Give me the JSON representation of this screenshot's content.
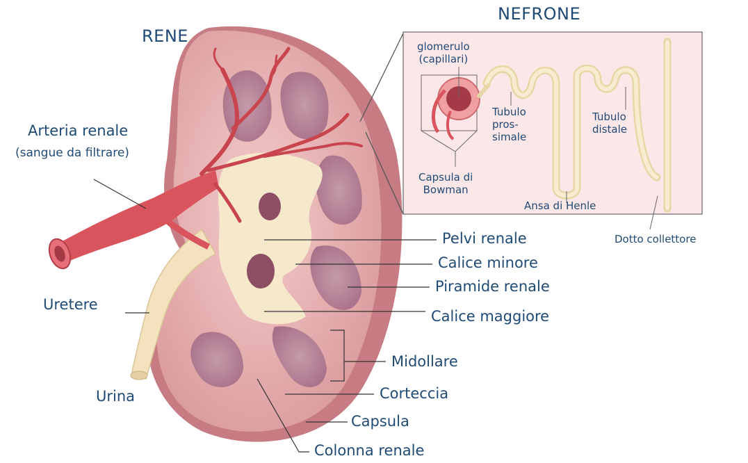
{
  "diagram": {
    "kidney_title": "RENE",
    "nephron_title": "NEFRONE",
    "labels": {
      "arteria_renale": "Arteria renale",
      "arteria_sub": "(sangue da filtrare)",
      "uretere": "Uretere",
      "urina": "Urina",
      "pelvi_renale": "Pelvi renale",
      "calice_minore": "Calice minore",
      "piramide_renale": "Piramide renale",
      "calice_maggiore": "Calice maggiore",
      "midollare": "Midollare",
      "corteccia": "Corteccia",
      "capsula": "Capsula",
      "colonna_renale": "Colonna renale",
      "glomerulo": "glomerulo\n(capillari)",
      "tubulo_prossimale": "Tubulo\npros-\nsimale",
      "tubulo_distale": "Tubulo\ndistale",
      "capsula_bowman": "Capsula di\nBowman",
      "ansa_henle": "Ansa di Henle",
      "dotto_collettore": "Dotto collettore"
    },
    "colors": {
      "capsule": "#d98f92",
      "cortex": "#e9b5b4",
      "pyramid": "#b07a8e",
      "pelvis": "#f5e6c8",
      "artery": "#d9545c",
      "ureter": "#f3e2bd",
      "label": "#1f4a76"
    }
  }
}
